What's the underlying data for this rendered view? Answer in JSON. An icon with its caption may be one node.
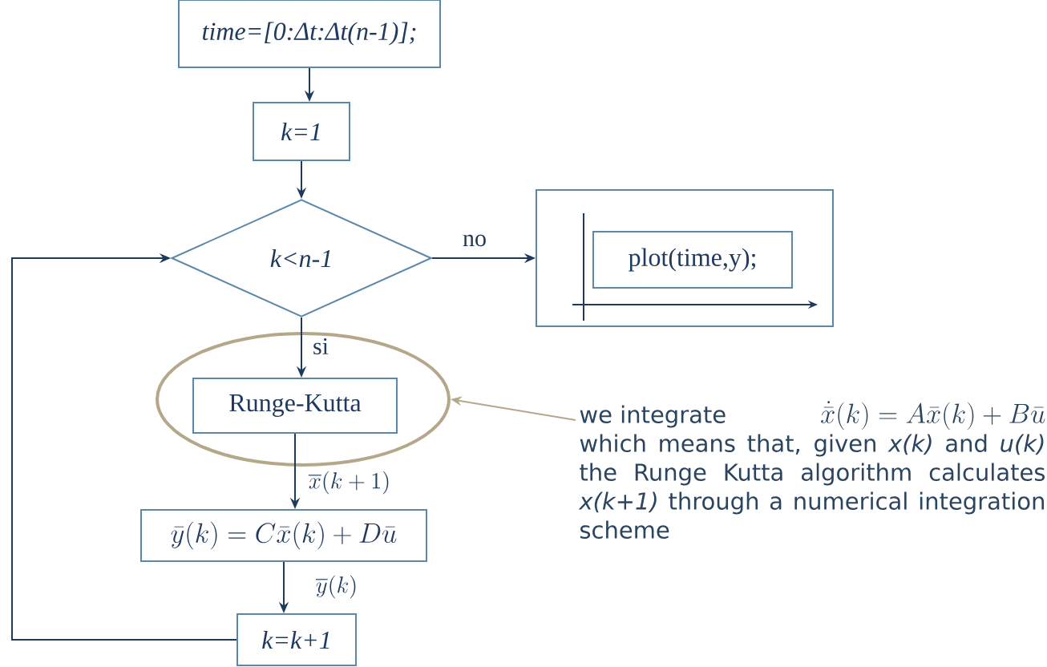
{
  "diagram": {
    "nodes": [
      {
        "text": [
          "time=[0:Δt:Δt(n-1)];"
        ]
      },
      {
        "text": [
          "k=1"
        ]
      },
      {
        "text": [
          "k<n-1"
        ]
      },
      {
        "text": [],
        "shape": "box"
      },
      {
        "text": [
          "plot(time,y);"
        ],
        "in": 3
      },
      {
        "text": [],
        "shape": "ellipse"
      },
      {
        "text": [
          "Runge-Kutta"
        ],
        "in": 5
      },
      {
        "text": [
          "\\bar{y}(k) = C\\bar{x}(k) + D\\bar{u}"
        ]
      },
      {
        "text": [
          "k=k+1"
        ]
      },
      {
        "text": [
          "we integrate",
          "\\dot{\\bar{x}}(k) = A\\bar{x}(k) + B\\bar{u}",
          "which means that, given *x(k)* and *u(k)* the Runge Kutta algorithm calculates *x(k+1)* through a numerical integration scheme"
        ]
      }
    ],
    "edges": [
      {
        "from": 0,
        "to": 1,
        "arrow": "to"
      },
      {
        "from": 1,
        "to": 2,
        "arrow": "to"
      },
      {
        "from": 2,
        "to": 3,
        "arrow": "to",
        "label": "no"
      },
      {
        "from": 2,
        "to": 6,
        "arrow": "to",
        "label": "si"
      },
      {
        "from": 6,
        "to": 7,
        "arrow": "to",
        "label": "\\overline{x}(k+1)"
      },
      {
        "from": 7,
        "to": 8,
        "arrow": "to",
        "label": "\\overline{y}(k)"
      },
      {
        "from": 8,
        "to": 2,
        "arrow": "to"
      },
      {
        "from": 9,
        "to": 5,
        "arrow": "to",
        "color": "#b5a88a"
      }
    ]
  }
}
